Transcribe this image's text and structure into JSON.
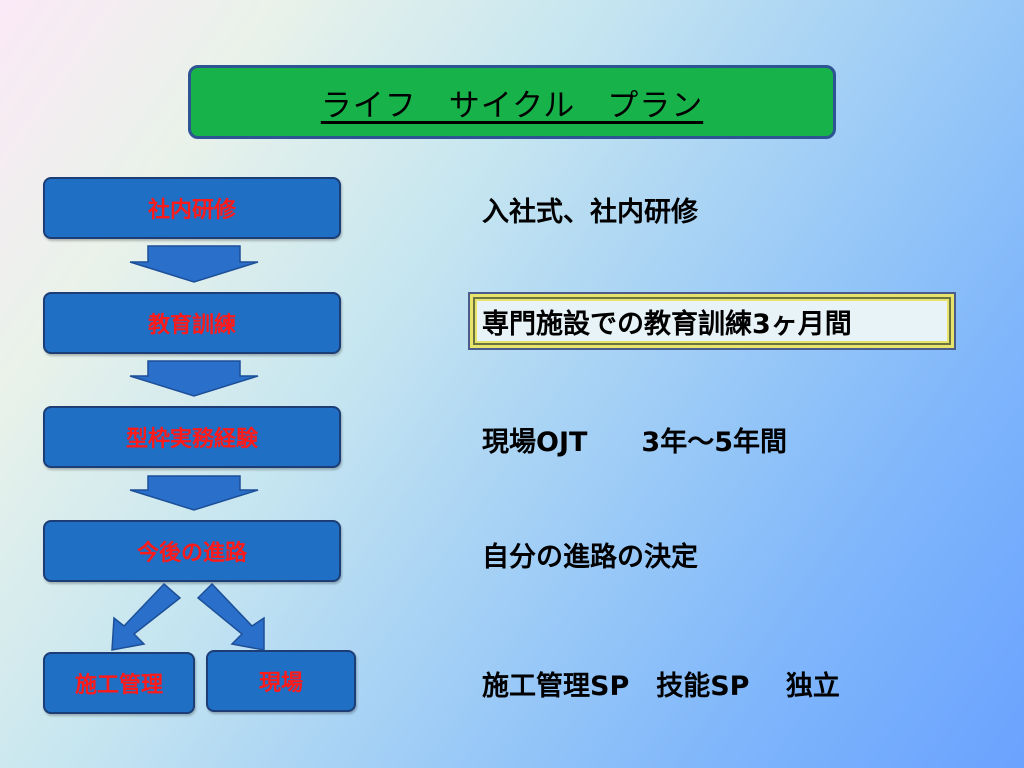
{
  "title": "ライフ　サイクル　プラン",
  "steps": [
    {
      "label": "社内研修"
    },
    {
      "label": "教育訓練"
    },
    {
      "label": "型枠実務経験"
    },
    {
      "label": "今後の進路"
    }
  ],
  "branches": [
    {
      "label": "施工管理"
    },
    {
      "label": "現場"
    }
  ],
  "descriptions": [
    "入社式、社内研修",
    "専門施設での教育訓練3ヶ月間",
    "現場OJT　　3年～5年間",
    "自分の進路の決定",
    "施工管理SP　技能SP　 独立"
  ],
  "colors": {
    "title_bg": "#17b34a",
    "box_bg": "#1f6fc5",
    "box_text": "#ff1a1a",
    "arrow": "#2a6fc9"
  }
}
